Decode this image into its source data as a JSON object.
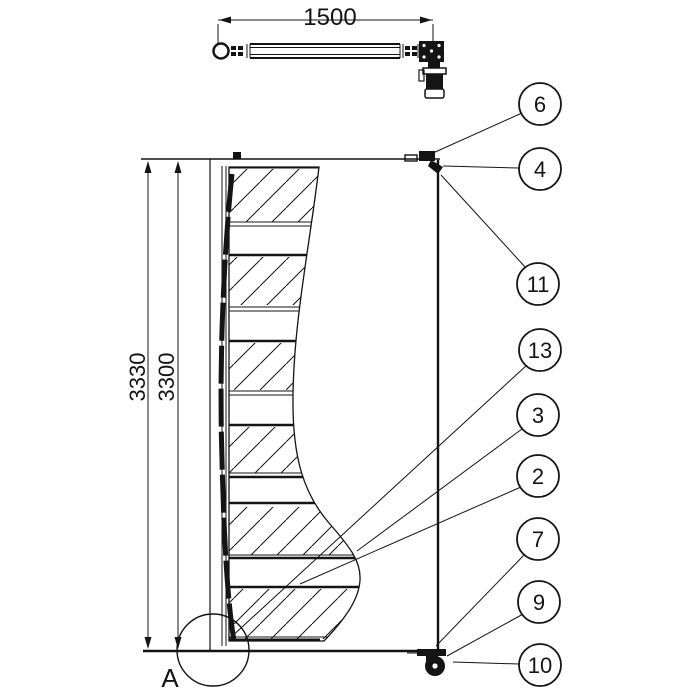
{
  "drawing": {
    "kind": "engineering-assembly-drawing",
    "background_color": "#ffffff",
    "line_color": "#141414",
    "top_view": {
      "width_dimension": "1500"
    },
    "front_view": {
      "height_dimension_outer": "3330",
      "height_dimension_inner": "3300",
      "detail_label": "A"
    },
    "balloons": [
      {
        "label": "6"
      },
      {
        "label": "4"
      },
      {
        "label": "11"
      },
      {
        "label": "13"
      },
      {
        "label": "3"
      },
      {
        "label": "2"
      },
      {
        "label": "7"
      },
      {
        "label": "9"
      },
      {
        "label": "10"
      }
    ]
  }
}
